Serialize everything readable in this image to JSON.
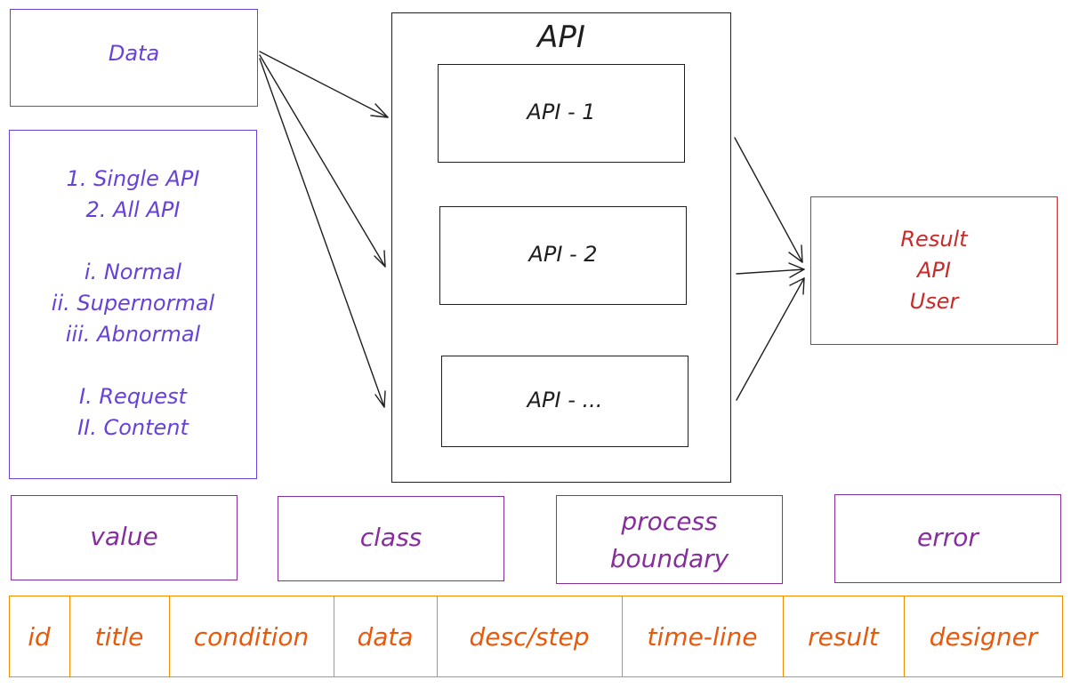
{
  "colors": {
    "data_stroke": "#6741d9",
    "api_stroke": "#1e1e1e",
    "result_stroke": "#c92a2a",
    "concept_stroke": "#862e9c",
    "field_stroke": "#f08c00",
    "field_text": "#e8590c"
  },
  "data_box": {
    "label": "Data"
  },
  "classes_box": {
    "lines": [
      "1. Single API",
      "2. All API",
      "",
      "i. Normal",
      "ii. Supernormal",
      "iii. Abnormal",
      "",
      "I. Request",
      "II. Content"
    ]
  },
  "api_container": {
    "title": "API",
    "items": [
      {
        "label": "API - 1"
      },
      {
        "label": "API - 2"
      },
      {
        "label": "API - ..."
      }
    ]
  },
  "result_box": {
    "lines": [
      "Result",
      "API",
      "User"
    ]
  },
  "concepts": [
    {
      "label": "value"
    },
    {
      "label": "class"
    },
    {
      "label": "process boundary",
      "lines": [
        "process",
        "boundary"
      ]
    },
    {
      "label": "error"
    }
  ],
  "fields": [
    {
      "label": "id"
    },
    {
      "label": "title"
    },
    {
      "label": "condition"
    },
    {
      "label": "data"
    },
    {
      "label": "desc/step"
    },
    {
      "label": "time-line"
    },
    {
      "label": "result"
    },
    {
      "label": "designer"
    }
  ]
}
